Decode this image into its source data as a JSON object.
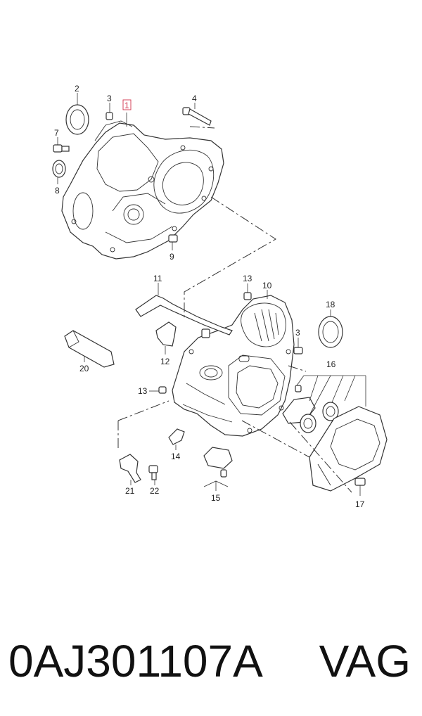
{
  "callouts": {
    "c1": "1",
    "c2": "2",
    "c3a": "3",
    "c3b": "3",
    "c4": "4",
    "c7": "7",
    "c8": "8",
    "c9": "9",
    "c10": "10",
    "c11": "11",
    "c12": "12",
    "c13a": "13",
    "c13b": "13",
    "c14": "14",
    "c15": "15",
    "c16": "16",
    "c17": "17",
    "c18": "18",
    "c20": "20",
    "c21": "21",
    "c22": "22"
  },
  "highlight_color": "#d0304a",
  "footer": {
    "part_number": "0AJ301107A",
    "brand": "VAG"
  }
}
